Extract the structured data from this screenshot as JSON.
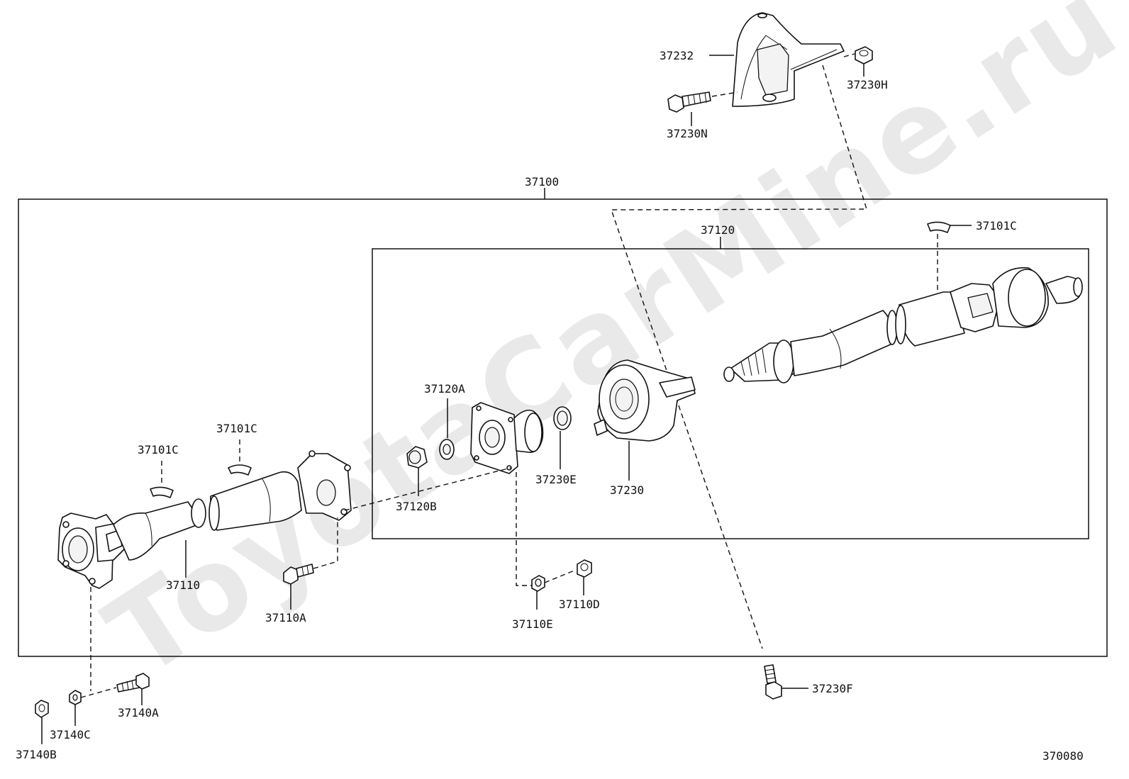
{
  "watermark": "ToyotaCarMine.ru",
  "diagram_code": "370080",
  "labels": {
    "p37232": "37232",
    "p37230H": "37230H",
    "p37230N": "37230N",
    "p37100": "37100",
    "p37120": "37120",
    "p37101C_a": "37101C",
    "p37101C_b": "37101C",
    "p37101C_c": "37101C",
    "p37120A": "37120A",
    "p37120B": "37120B",
    "p37230E": "37230E",
    "p37230": "37230",
    "p37110": "37110",
    "p37110A": "37110A",
    "p37110E": "37110E",
    "p37110D": "37110D",
    "p37230F": "37230F",
    "p37140A": "37140A",
    "p37140C": "37140C",
    "p37140B": "37140B"
  }
}
